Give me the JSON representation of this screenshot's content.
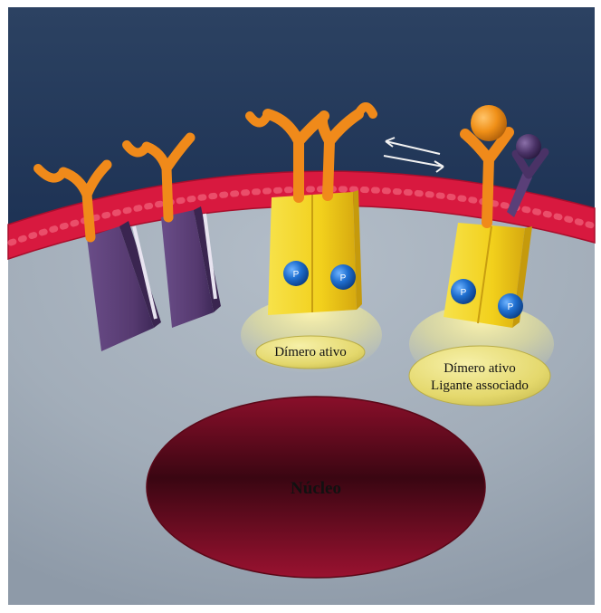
{
  "labels": {
    "active_dimer": "Dímero ativo",
    "bound_dimer_line1": "Dímero ativo",
    "bound_dimer_line2": "Ligante associado",
    "nucleus": "Núcleo",
    "phosphate": "P"
  },
  "colors": {
    "background_top": "#233a5a",
    "cytoplasm": "#9aa6b3",
    "membrane": "#d8193f",
    "receptor_arm": "#f08a1a",
    "inactive_body": "#5a3f78",
    "active_body": "#f2d21e",
    "phosphate": "#1f6fd0",
    "label_pill": "#e9e07a",
    "nucleus": "#7e0a22"
  }
}
